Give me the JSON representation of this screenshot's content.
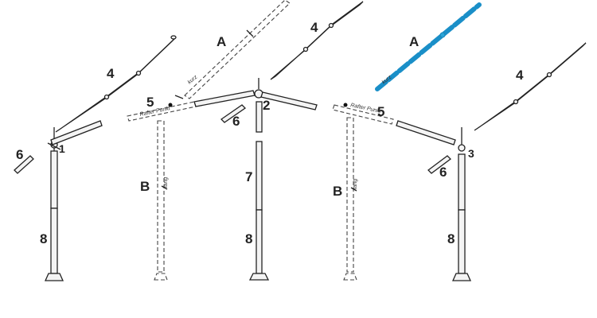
{
  "labels": {
    "a_left": "A",
    "a_right": "A",
    "b_left": "B",
    "b_right": "B",
    "n1": "1",
    "n2": "2",
    "n3": "3",
    "n4_left": "4",
    "n4_mid": "4",
    "n4_right": "4",
    "n5_left": "5",
    "n5_right": "5",
    "n6_left": "6",
    "n6_mid": "6",
    "n6_right": "6",
    "n7": "7",
    "n8_left": "8",
    "n8_mid": "8",
    "n8_right": "8"
  },
  "small_text": {
    "kurz_left": "kurz",
    "kurz_right": "kurz",
    "rafter_left": "Rafter Punkt",
    "rafter_right": "Rafter Punkt",
    "lang_left": "lang",
    "lang_right": "lang"
  },
  "colors": {
    "highlight": "#2aa5d8",
    "line": "#222222"
  }
}
